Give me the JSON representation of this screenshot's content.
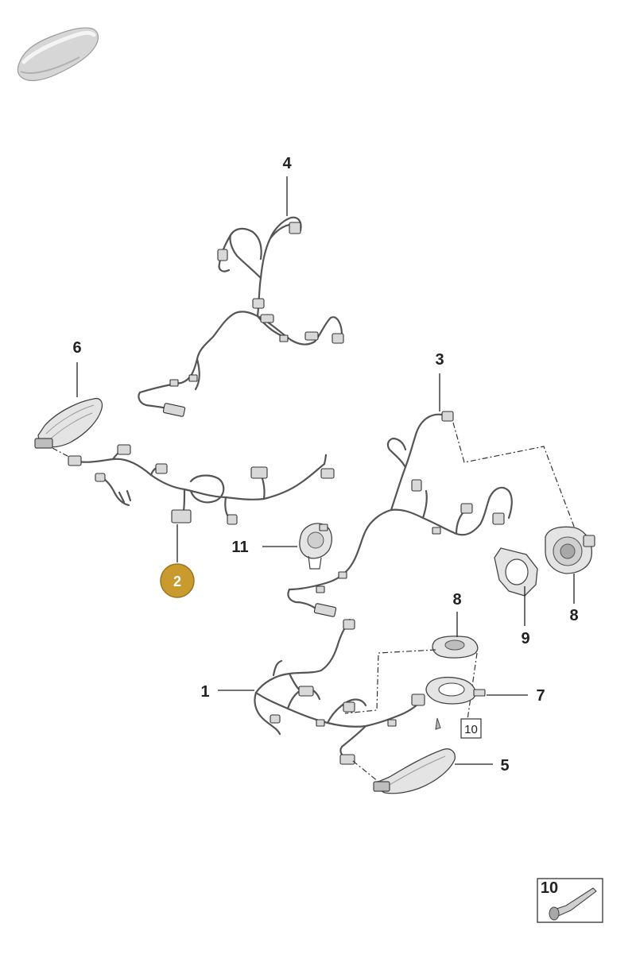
{
  "diagram": {
    "callouts": [
      {
        "id": "c1",
        "label": "1"
      },
      {
        "id": "c2",
        "label": "2",
        "highlighted": true
      },
      {
        "id": "c3",
        "label": "3"
      },
      {
        "id": "c4",
        "label": "4"
      },
      {
        "id": "c5",
        "label": "5"
      },
      {
        "id": "c6",
        "label": "6"
      },
      {
        "id": "c7",
        "label": "7"
      },
      {
        "id": "c8a",
        "label": "8"
      },
      {
        "id": "c8b",
        "label": "8"
      },
      {
        "id": "c9",
        "label": "9"
      },
      {
        "id": "c10box",
        "label": "10"
      },
      {
        "id": "c11",
        "label": "11"
      }
    ],
    "detail_box": {
      "label": "10"
    },
    "colors": {
      "highlight": "#c99a2e",
      "line": "#222222",
      "part": "#e4e4e4"
    },
    "icons": [
      "car-silhouette-icon"
    ]
  }
}
